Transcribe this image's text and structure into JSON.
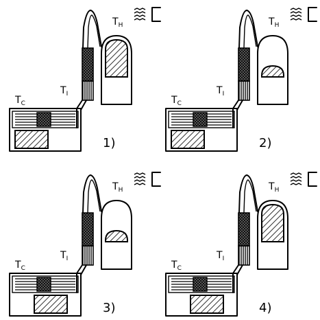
{
  "labels": {
    "t_symbol": "T",
    "hot_sub": "H",
    "cold_sub": "C",
    "inter_sub": "I"
  },
  "stages": [
    {
      "id": 1,
      "label": "1)",
      "hot_piston_level": 1.0,
      "cold_piston_level": 1.0
    },
    {
      "id": 2,
      "label": "2)",
      "hot_piston_level": 0.55,
      "cold_piston_level": 1.0
    },
    {
      "id": 3,
      "label": "3)",
      "hot_piston_level": 0.55,
      "cold_piston_level": 0.0
    },
    {
      "id": 4,
      "label": "4)",
      "hot_piston_level": 1.0,
      "cold_piston_level": 0.0
    }
  ],
  "icons": [
    "heat-source-icon",
    "hatched-piston",
    "regenerator-matrix"
  ]
}
